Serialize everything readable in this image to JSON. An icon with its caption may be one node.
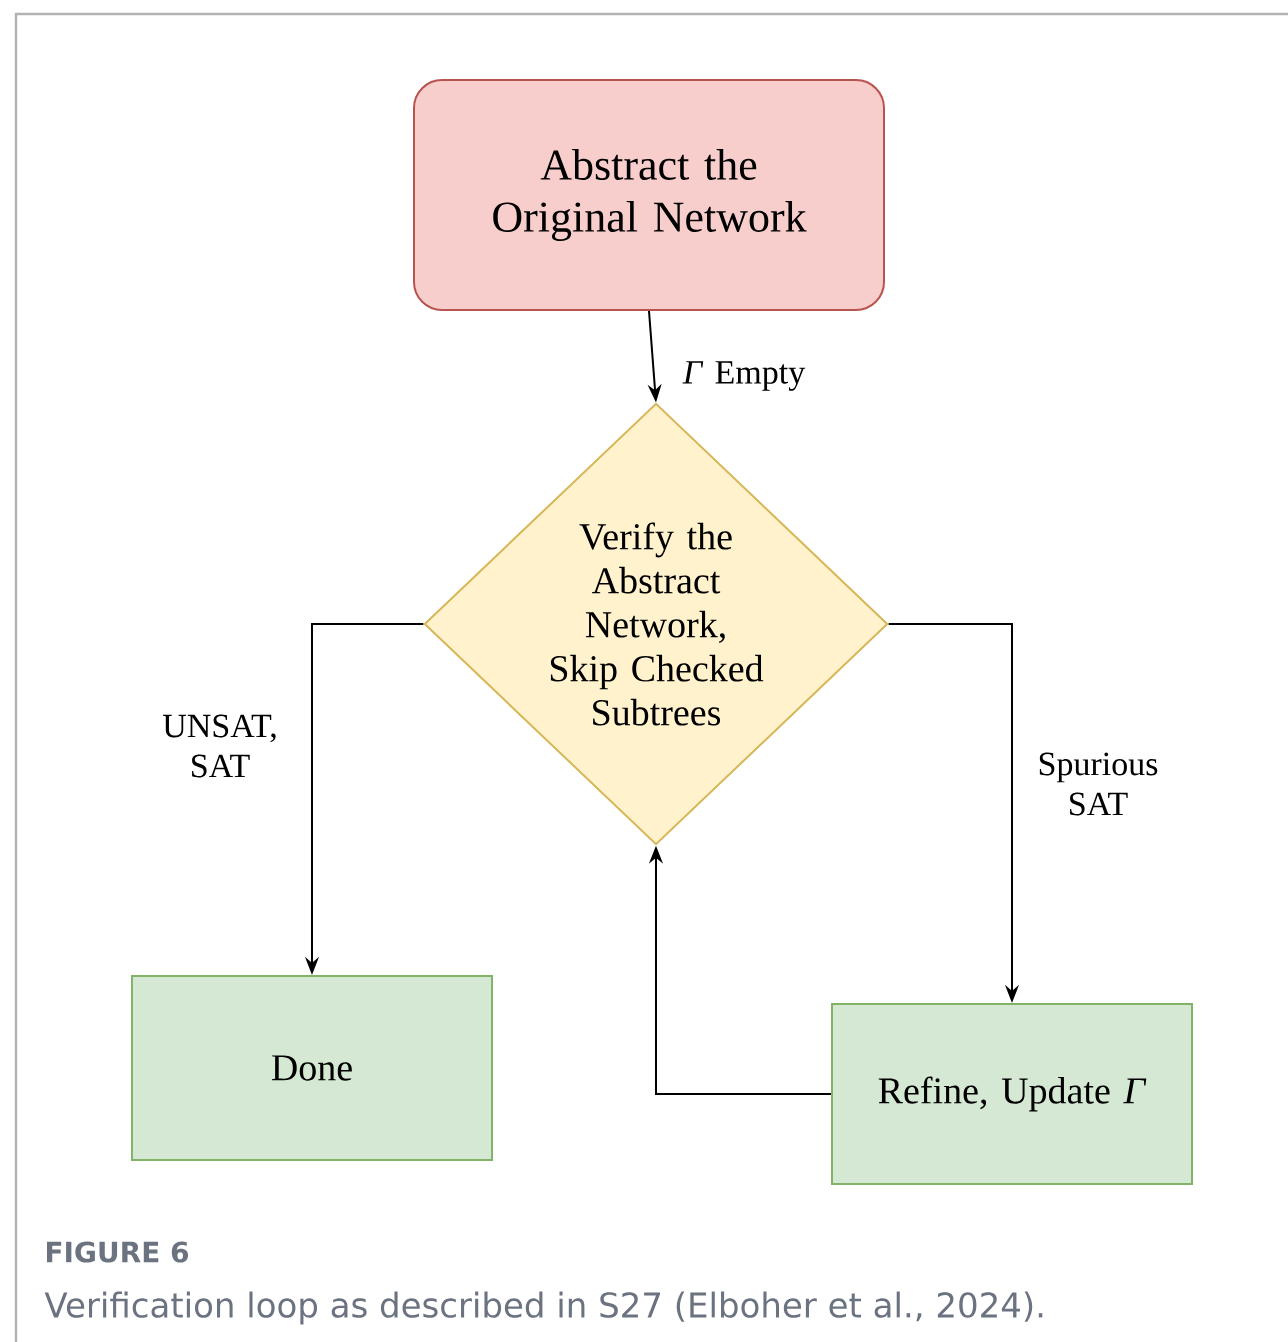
{
  "diagram": {
    "title": "FIGURE 6",
    "caption": "Verification loop as described in S27 (Elboher et al., 2024).",
    "nodes": [
      {
        "text": [
          "Abstract the Original Network"
        ]
      },
      {
        "text": [
          "Verify the Abstract Network, Skip Checked Subtrees"
        ]
      },
      {
        "text": [
          "Done"
        ]
      },
      {
        "text": [
          "Refine, Update *Γ*"
        ]
      }
    ],
    "edges": [
      {
        "from": 0,
        "to": 1,
        "arrow": "to",
        "label": "*Γ* Empty"
      },
      {
        "from": 1,
        "to": 2,
        "arrow": "to",
        "label": "UNSAT, SAT"
      },
      {
        "from": 1,
        "to": 3,
        "arrow": "to",
        "label": "Spurious SAT"
      },
      {
        "from": 3,
        "to": 1,
        "arrow": "to"
      }
    ]
  }
}
